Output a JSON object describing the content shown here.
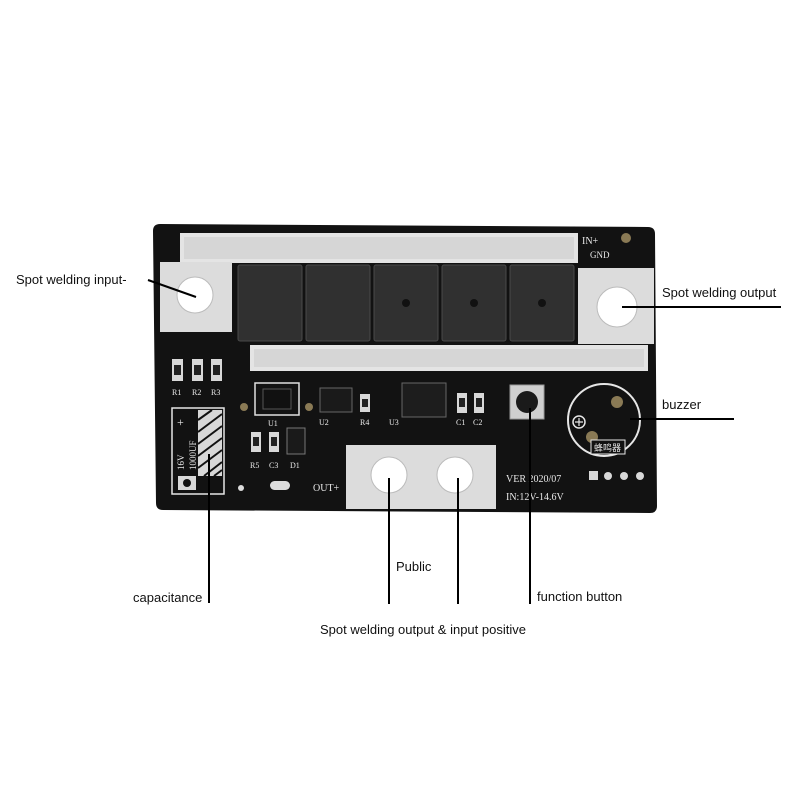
{
  "annotations": {
    "spot_welding_input_neg": "Spot welding input-",
    "spot_welding_output": "Spot welding output",
    "buzzer": "buzzer",
    "capacitance": "capacitance",
    "public": "Public",
    "function_button": "function button",
    "output_input_positive": "Spot welding output & input positive"
  },
  "board_silkscreen": {
    "in_plus": "IN+",
    "gnd": "GND",
    "r1": "R1",
    "r2": "R2",
    "r3": "R3",
    "u1": "U1",
    "u2": "U2",
    "u3": "U3",
    "r4": "R4",
    "c1": "C1",
    "c2": "C2",
    "c3": "C3",
    "r5": "R5",
    "d1": "D1",
    "cap_voltage": "16V",
    "cap_value": "1000UF",
    "plus": "+",
    "out_plus": "OUT+",
    "version": "VER 2020/07",
    "input_range": "IN:12V-14.6V",
    "buzzer_chinese": "蜂鸣器"
  },
  "colors": {
    "board": "#121212",
    "pad": "#e2e2e2",
    "mosfet": "#2f2f2f",
    "leader_line": "#000000"
  }
}
